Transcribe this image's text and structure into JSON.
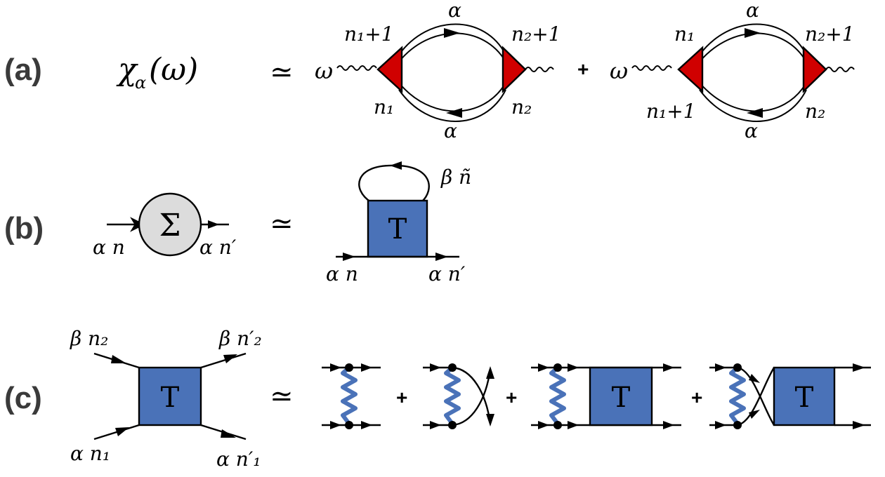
{
  "panels": {
    "a": {
      "label": "(a)",
      "lhs": "χ",
      "lhs_sub": "α",
      "lhs_arg": "(ω)",
      "approx": "≃",
      "plus": "+",
      "omega": "ω",
      "alpha": "α",
      "loop1": {
        "top_left": "n₁+1",
        "top_right": "n₂+1",
        "bottom_left": "n₁",
        "bottom_right": "n₂"
      },
      "loop2": {
        "top_left": "n₁",
        "top_right": "n₂+1",
        "bottom_left": "n₁+1",
        "bottom_right": "n₂"
      },
      "vertex_color": "#d00000"
    },
    "b": {
      "label": "(b)",
      "sigma": "Σ",
      "in_label": "α n",
      "out_label": "α n′",
      "approx": "≃",
      "loop_label": "β ñ",
      "t_label": "T",
      "t_in": "α n",
      "t_out": "α n′",
      "sigma_fill": "#dcdcdc"
    },
    "c": {
      "label": "(c)",
      "t_label": "T",
      "top_left": "β n₂",
      "top_right": "β n′₂",
      "bottom_left": "α n₁",
      "bottom_right": "α n′₁",
      "approx": "≃",
      "plus": "+",
      "t_fill": "#4a72b8",
      "spring_color": "#4a72b8"
    }
  }
}
